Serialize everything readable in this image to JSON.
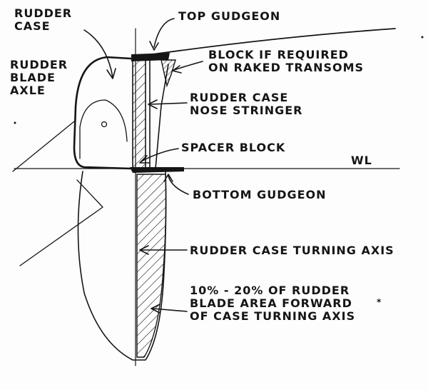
{
  "labels": {
    "rudder_case": [
      "RUDDER",
      "CASE"
    ],
    "rudder_blade_axle": [
      "RUDDER",
      "BLADE",
      "AXLE"
    ],
    "top_gudgeon": "TOP GUDGEON",
    "block_note": [
      "BLOCK IF REQUIRED",
      "ON RAKED TRANSOMS"
    ],
    "nose_stringer": [
      "RUDDER CASE",
      "NOSE STRINGER"
    ],
    "spacer_block": "SPACER BLOCK",
    "waterline": "WL",
    "bottom_gudgeon": "BOTTOM GUDGEON",
    "turning_axis": "RUDDER CASE TURNING AXIS",
    "blade_area_note": [
      "10% - 20% OF RUDDER",
      "BLADE AREA FORWARD",
      "OF CASE TURNING AXIS"
    ],
    "footnote_mark": "*"
  },
  "colors": {
    "ink": "#151515",
    "paper": "#fdfdfd"
  }
}
